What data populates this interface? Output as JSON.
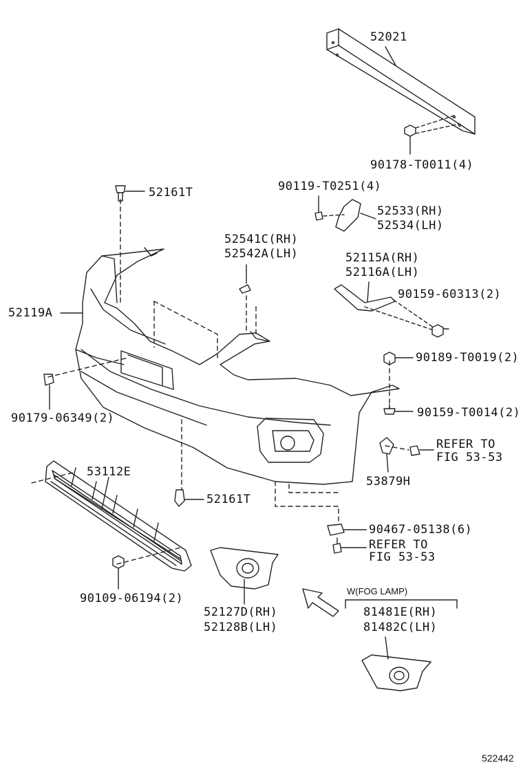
{
  "labels": {
    "p52021": "52021",
    "p90178": "90178-T0011(4)",
    "p90119": "90119-T0251(4)",
    "p52533": "52533(RH)",
    "p52534": "52534(LH)",
    "p52161t_top": "52161T",
    "p52541c": "52541C(RH)",
    "p52542a": "52542A(LH)",
    "p52115a": "52115A(RH)",
    "p52116a": "52116A(LH)",
    "p90159_60313": "90159-60313(2)",
    "p52119a": "52119A",
    "p90189": "90189-T0019(2)",
    "p90179": "90179-06349(2)",
    "p90159_t0014": "90159-T0014(2)",
    "refer1_a": "REFER TO",
    "refer1_b": "FIG 53-53",
    "p53879h": "53879H",
    "p53112e": "53112E",
    "p52161t_bot": "52161T",
    "p90467": "90467-05138(6)",
    "refer2_a": "REFER TO",
    "refer2_b": "FIG 53-53",
    "p90109": "90109-06194(2)",
    "p52127d": "52127D(RH)",
    "p52128b": "52128B(LH)",
    "fog_cond": "W(FOG LAMP)",
    "p81481e": "81481E(RH)",
    "p81482c": "81482C(LH)",
    "fig_id": "522442"
  }
}
